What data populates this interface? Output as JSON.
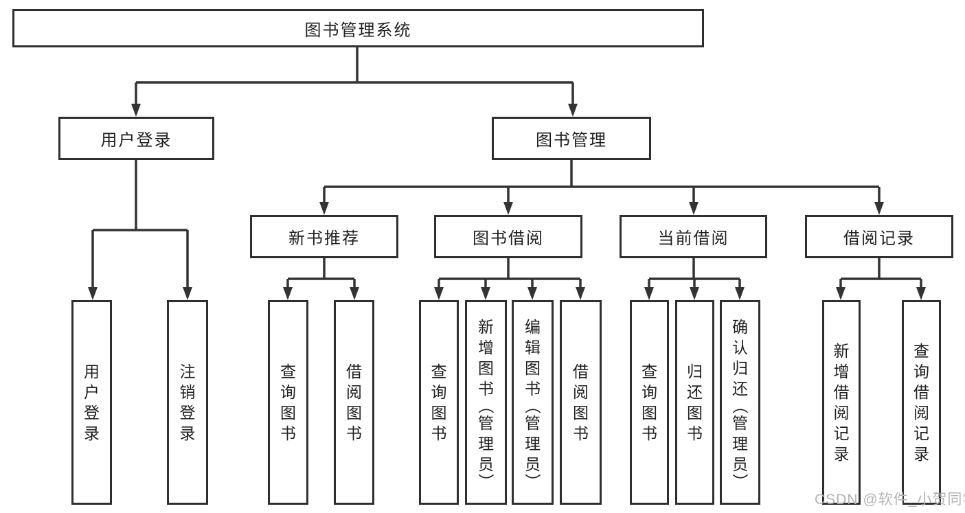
{
  "diagram": {
    "root": {
      "label": "图书管理系统",
      "children": [
        {
          "label": "用户登录",
          "children": [
            {
              "label": "用户登录"
            },
            {
              "label": "注销登录"
            }
          ]
        },
        {
          "label": "图书管理",
          "children": [
            {
              "label": "新书推荐",
              "children": [
                {
                  "label": "查询图书"
                },
                {
                  "label": "借阅图书"
                }
              ]
            },
            {
              "label": "图书借阅",
              "children": [
                {
                  "label": "查询图书"
                },
                {
                  "label": "新增图书（管理员）"
                },
                {
                  "label": "编辑图书（管理员）"
                },
                {
                  "label": "借阅图书"
                }
              ]
            },
            {
              "label": "当前借阅",
              "children": [
                {
                  "label": "查询图书"
                },
                {
                  "label": "归还图书"
                },
                {
                  "label": "确认归还（管理员）"
                }
              ]
            },
            {
              "label": "借阅记录",
              "children": [
                {
                  "label": "新增借阅记录"
                },
                {
                  "label": "查询借阅记录"
                }
              ]
            }
          ]
        }
      ]
    }
  },
  "watermark": {
    "text": "CSDN @软件_小贺同学"
  },
  "colors": {
    "line": "#333333",
    "box_border": "#2f2f2f",
    "text": "#1f1f1f",
    "watermark": "#b3b3b3",
    "background": "#ffffff"
  }
}
